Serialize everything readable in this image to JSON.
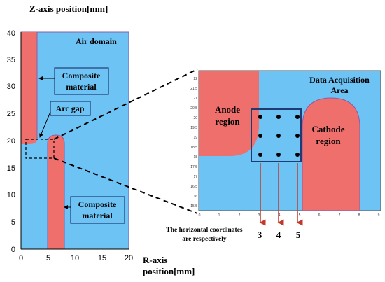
{
  "left_plot": {
    "y_axis_title": "Z-axis position[mm]",
    "x_axis_title_line1": "R-axis",
    "x_axis_title_line2": "position[mm]",
    "x_ticks": [
      "0",
      "5",
      "10",
      "15",
      "20"
    ],
    "y_ticks": [
      "0",
      "5",
      "10",
      "15",
      "20",
      "25",
      "30",
      "35",
      "40"
    ],
    "labels": {
      "air_domain": "Air domain",
      "composite_top_line1": "Composite",
      "composite_top_line2": "material",
      "arc_gap": "Arc gap",
      "composite_bottom_line1": "Composite",
      "composite_bottom_line2": "material"
    }
  },
  "zoom_plot": {
    "title_line1": "Data Acquisition",
    "title_line2": "Area",
    "anode_line1": "Anode",
    "anode_line2": "region",
    "cathode_line1": "Cathode",
    "cathode_line2": "region",
    "y_ticks": [
      "22",
      "21.5",
      "21",
      "20.5",
      "20",
      "19.5",
      "19",
      "18.5",
      "18",
      "17.5",
      "17",
      "16.5",
      "16",
      "15.5"
    ],
    "x_ticks": [
      "0",
      "1",
      "2",
      "3",
      "4",
      "5",
      "6",
      "7",
      "8",
      "9"
    ]
  },
  "annotations": {
    "note_line1": "The horizontal coordinates",
    "note_line2": "are respectively",
    "coord_3": "3",
    "coord_4": "4",
    "coord_5": "5"
  },
  "colors": {
    "air": "#6ec3f5",
    "material": "#ef6f6c",
    "box": "#1f3b73",
    "arrow": "#c0392b"
  }
}
